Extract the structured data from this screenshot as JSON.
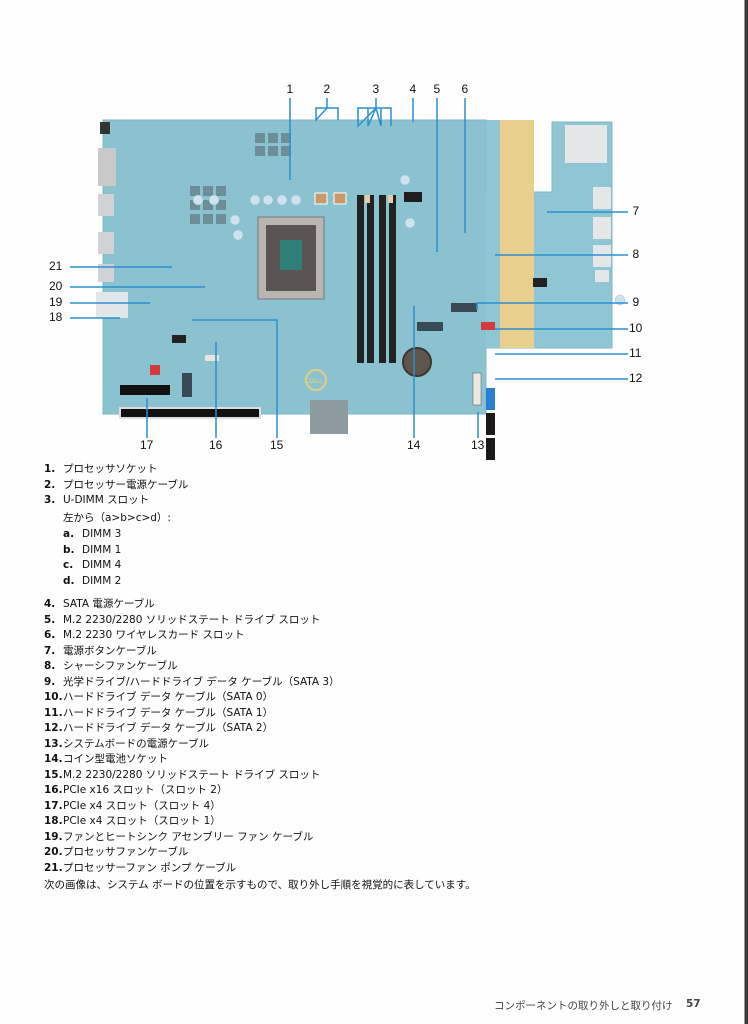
{
  "figure": {
    "alt": "システム ボードの図",
    "brand_logo": "DELL",
    "callouts": [
      "1",
      "2",
      "3",
      "4",
      "5",
      "6",
      "7",
      "8",
      "9",
      "10",
      "11",
      "12",
      "13",
      "14",
      "15",
      "16",
      "17",
      "18",
      "19",
      "20",
      "21"
    ],
    "line_color": "#2a8fd0",
    "board_color": "#8fc6d3"
  },
  "legend": {
    "items": [
      {
        "num": "1.",
        "text": "プロセッサソケット"
      },
      {
        "num": "2.",
        "text": "プロセッサー電源ケーブル"
      },
      {
        "num": "3.",
        "text": "U-DIMM スロット"
      }
    ],
    "dimm_note": "左から（a>b>c>d）:",
    "dimm_items": [
      {
        "num": "a.",
        "text": "DIMM 3"
      },
      {
        "num": "b.",
        "text": "DIMM 1"
      },
      {
        "num": "c.",
        "text": "DIMM 4"
      },
      {
        "num": "d.",
        "text": "DIMM 2"
      }
    ],
    "items2": [
      {
        "num": "4.",
        "text": "SATA 電源ケーブル"
      },
      {
        "num": "5.",
        "text": "M.2 2230/2280 ソリッドステート ドライブ スロット"
      },
      {
        "num": "6.",
        "text": "M.2 2230 ワイヤレスカード スロット"
      },
      {
        "num": "7.",
        "text": "電源ボタンケーブル"
      },
      {
        "num": "8.",
        "text": "シャーシファンケーブル"
      },
      {
        "num": "9.",
        "text": "光学ドライブ/ハードドライブ データ ケーブル（SATA 3）"
      },
      {
        "num": "10.",
        "text": "ハードドライブ データ ケーブル（SATA 0）"
      },
      {
        "num": "11.",
        "text": "ハードドライブ データ ケーブル（SATA 1）"
      },
      {
        "num": "12.",
        "text": "ハードドライブ データ ケーブル（SATA 2）"
      },
      {
        "num": "13.",
        "text": "システムボードの電源ケーブル"
      },
      {
        "num": "14.",
        "text": "コイン型電池ソケット"
      },
      {
        "num": "15.",
        "text": "M.2 2230/2280 ソリッドステート ドライブ スロット"
      },
      {
        "num": "16.",
        "text": "PCIe x16 スロット（スロット 2）"
      },
      {
        "num": "17.",
        "text": "PCIe x4 スロット（スロット 4）"
      },
      {
        "num": "18.",
        "text": "PCIe x4 スロット（スロット 1）"
      },
      {
        "num": "19.",
        "text": "ファンとヒートシンク アセンブリー ファン ケーブル"
      },
      {
        "num": "20.",
        "text": "プロセッサファンケーブル"
      },
      {
        "num": "21.",
        "text": "プロセッサーファン ポンプ ケーブル"
      }
    ],
    "caption": "次の画像は、システム ボードの位置を示すもので、取り外し手順を視覚的に表しています。"
  },
  "footer": {
    "section": "コンポーネントの取り外しと取り付け",
    "page": "57"
  }
}
